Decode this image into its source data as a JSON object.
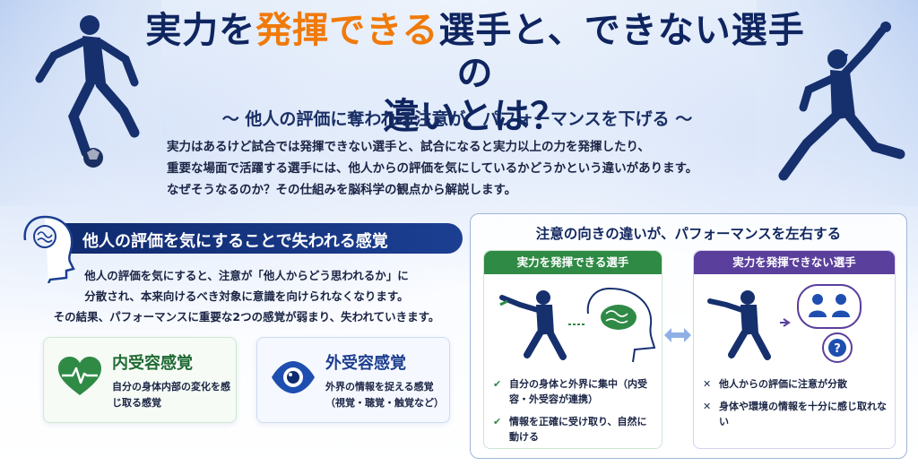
{
  "title": {
    "part1": "実力を",
    "accent": "発揮できる",
    "part2": "選手と、できない選手の",
    "line2": "違いとは？"
  },
  "subtitle": "〜 他人の評価に奪われる注意が、パフォーマンスを下げる 〜",
  "intro": [
    "実力はあるけど試合では発揮できない選手と、試合になると実力以上の力を発揮したり、",
    "重要な場面で活躍する選手には、他人からの評価を気にしているかどうかという違いがあります。",
    "なぜそうなるのか？その仕組みを脳科学の観点から解説します。"
  ],
  "left": {
    "header": "他人の評価を気にすることで失われる感覚",
    "body": [
      "他人の評価を気にすると、注意が「他人からどう思われるか」に",
      "分散され、本来向けるべき対象に意識を向けられなくなります。",
      "その結果、パフォーマンスに重要な2つの感覚が弱まり、失われていきます。"
    ],
    "cards": {
      "intero": {
        "title": "内受容感覚",
        "text": "自分の身体内部の変化を感じ取る感覚"
      },
      "extero": {
        "title": "外受容感覚",
        "text": "外界の情報を捉える感覚（視覚・聴覚・触覚など）"
      }
    }
  },
  "right": {
    "title": "注意の向きの違いが、パフォーマンスを左右する",
    "good": {
      "head": "実力を発揮できる選手",
      "items": [
        {
          "mark": "✔",
          "text": "自分の身体と外界に集中（内受容・外受容が連携）"
        },
        {
          "mark": "✔",
          "text": "情報を正確に受け取り、自然に動ける"
        }
      ]
    },
    "bad": {
      "head": "実力を発揮できない選手",
      "items": [
        {
          "mark": "✕",
          "text": "他人からの評価に注意が分散"
        },
        {
          "mark": "✕",
          "text": "身体や環境の情報を十分に感じ取れない"
        }
      ]
    }
  },
  "colors": {
    "navy": "#0f2560",
    "accent": "#f07a0a",
    "green": "#2f8a45",
    "purple": "#5a3f9c"
  }
}
